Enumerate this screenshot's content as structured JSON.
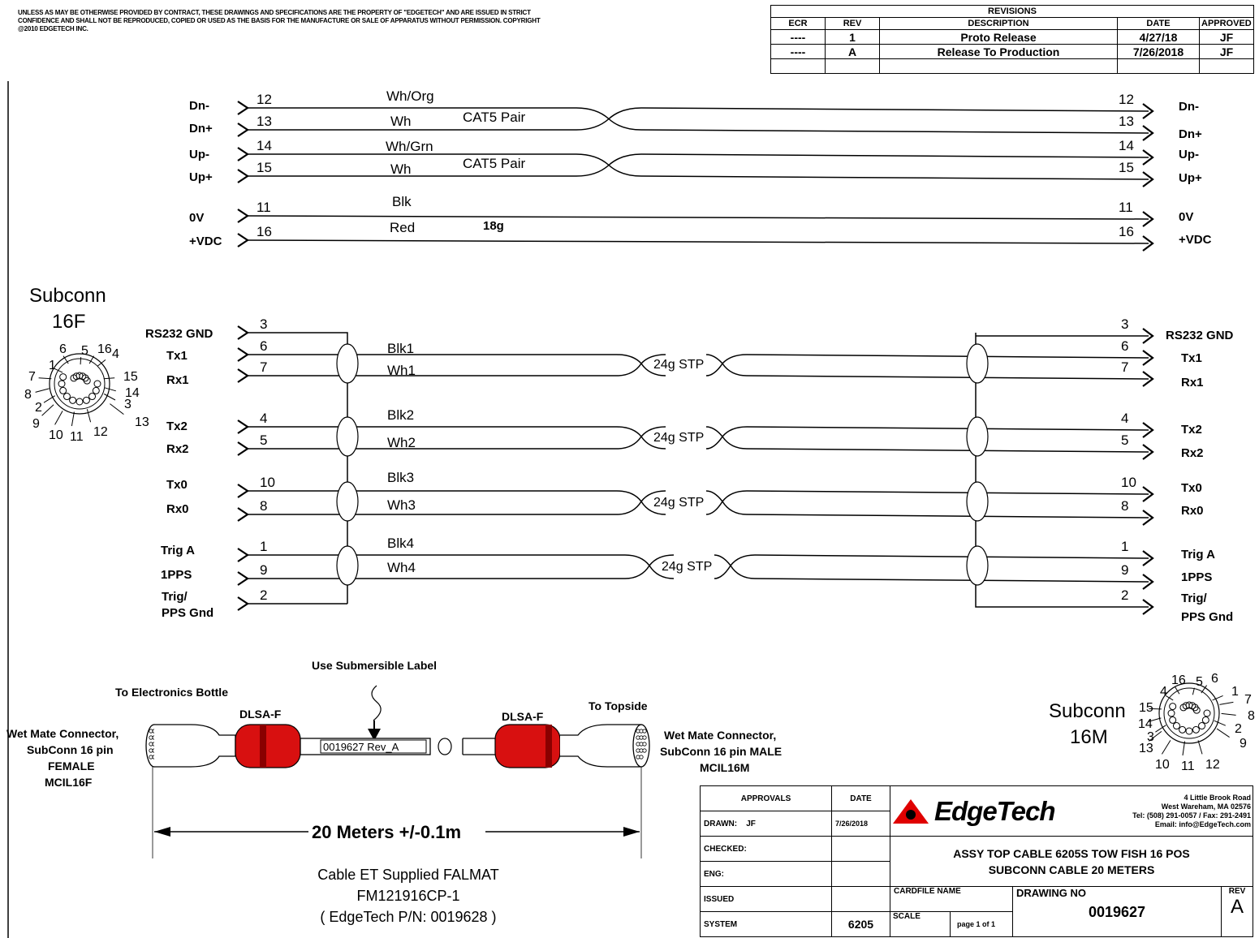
{
  "notice": "UNLESS AS MAY BE OTHERWISE PROVIDED BY CONTRACT, THESE DRAWINGS AND SPECIFICATIONS ARE THE PROPERTY OF \"EDGETECH\" AND ARE ISSUED IN STRICT CONFIDENCE AND SHALL NOT BE REPRODUCED, COPIED OR USED AS THE BASIS FOR THE MANUFACTURE OR SALE OF APPARATUS WITHOUT PERMISSION. COPYRIGHT @2010 EDGETECH INC.",
  "revisions": {
    "title": "REVISIONS",
    "headers": [
      "ECR",
      "REV",
      "DESCRIPTION",
      "DATE",
      "APPROVED"
    ],
    "rows": [
      [
        "----",
        "1",
        "Proto Release",
        "4/27/18",
        "JF"
      ],
      [
        "----",
        "A",
        "Release To Production",
        "7/26/2018",
        "JF"
      ]
    ]
  },
  "top_signals": {
    "left_labels": [
      "Dn-",
      "Dn+",
      "Up-",
      "Up+",
      "0V",
      "+VDC"
    ],
    "right_labels": [
      "Dn-",
      "Dn+",
      "Up-",
      "Up+",
      "0V",
      "+VDC"
    ],
    "pins": [
      "12",
      "13",
      "14",
      "15",
      "11",
      "16"
    ],
    "wire_colors": [
      "Wh/Org",
      "Wh",
      "Wh/Grn",
      "Wh",
      "Blk",
      "Red"
    ],
    "pair_labels": [
      "CAT5 Pair",
      "CAT5 Pair"
    ],
    "gauge_label": "18g"
  },
  "bottom_signals": {
    "left_labels": [
      "RS232 GND",
      "Tx1",
      "Rx1",
      "Tx2",
      "Rx2",
      "Tx0",
      "Rx0",
      "Trig A",
      "1PPS",
      "Trig/",
      "PPS Gnd"
    ],
    "right_labels": [
      "RS232 GND",
      "Tx1",
      "Rx1",
      "Tx2",
      "Rx2",
      "Tx0",
      "Rx0",
      "Trig A",
      "1PPS",
      "Trig/",
      "PPS Gnd"
    ],
    "pins": [
      "3",
      "6",
      "7",
      "4",
      "5",
      "10",
      "8",
      "1",
      "9",
      "2"
    ],
    "wire_colors": [
      "Blk1",
      "Wh1",
      "Blk2",
      "Wh2",
      "Blk3",
      "Wh3",
      "Blk4",
      "Wh4"
    ],
    "stp_label": "24g STP"
  },
  "connector_left": {
    "name": "Subconn",
    "type": "16F",
    "pins": [
      "6",
      "5",
      "16",
      "4",
      "1",
      "7",
      "15",
      "8",
      "14",
      "2",
      "3",
      "9",
      "13",
      "10",
      "11",
      "12"
    ]
  },
  "connector_right": {
    "name": "Subconn",
    "type": "16M",
    "pins": [
      "16",
      "5",
      "6",
      "4",
      "1",
      "7",
      "15",
      "8",
      "14",
      "2",
      "3",
      "9",
      "13",
      "10",
      "11",
      "12"
    ]
  },
  "cable_drawing": {
    "submersible_label": "Use Submersible Label",
    "to_electronics": "To Electronics Bottle",
    "to_topside": "To Topside",
    "dlsa_left": "DLSA-F",
    "dlsa_right": "DLSA-F",
    "label_text": "0019627 Rev_A",
    "left_conn": [
      "Wet Mate Connector,",
      "SubConn 16 pin",
      "FEMALE",
      "MCIL16F"
    ],
    "right_conn": [
      "Wet Mate Connector,",
      "SubConn 16 pin MALE",
      "MCIL16M"
    ],
    "length": "20 Meters +/-0.1m",
    "cable_note": [
      "Cable ET Supplied FALMAT",
      "FM121916CP-1",
      "( EdgeTech P/N: 0019628 )"
    ]
  },
  "title_block": {
    "approvals": "APPROVALS",
    "date": "DATE",
    "drawn_label": "DRAWN:",
    "drawn_by": "JF",
    "drawn_date": "7/26/2018",
    "checked": "CHECKED:",
    "eng": "ENG:",
    "issued": "ISSUED",
    "system": "SYSTEM",
    "system_value": "6205",
    "company": "EdgeTech",
    "address": [
      "4 Little Brook Road",
      "West Wareham, MA 02576",
      "Tel: (508) 291-0057 / Fax: 291-2491",
      "Email: info@EdgeTech.com"
    ],
    "title_lines": [
      "ASSY TOP CABLE 6205S TOW FISH 16 POS",
      "SUBCONN CABLE 20 METERS"
    ],
    "cardfile": "CARDFILE NAME",
    "drawing_no_label": "DRAWING NO",
    "drawing_no": "0019627",
    "rev_label": "REV",
    "rev": "A",
    "scale": "SCALE",
    "page": "page 1 of 1"
  }
}
